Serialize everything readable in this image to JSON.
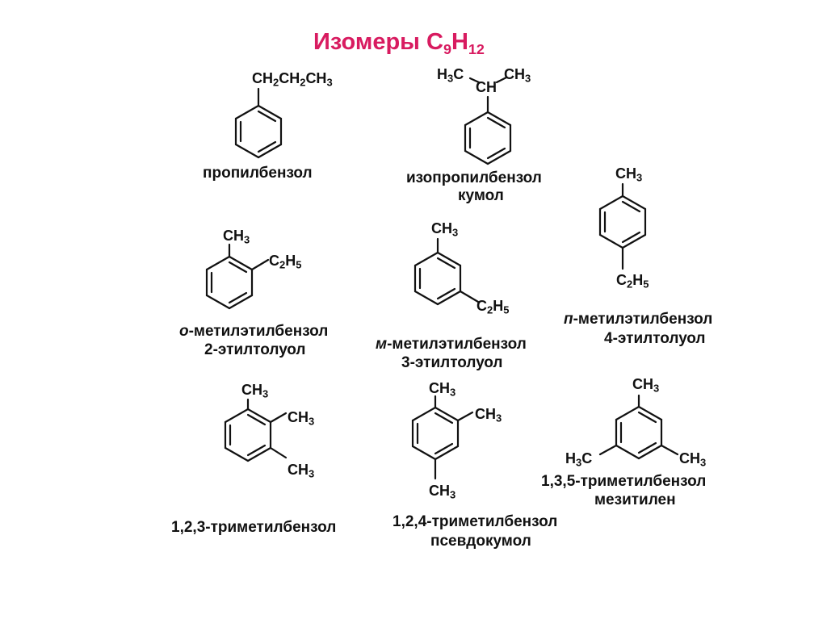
{
  "title": {
    "text": "Изомеры C",
    "sub1": "9",
    "mid": "H",
    "sub2": "12",
    "color": "#d81b60"
  },
  "molecules": {
    "propylbenzene": {
      "sub": [
        {
          "p": "CH"
        },
        {
          "s": "2"
        },
        {
          "p": "CH"
        },
        {
          "s": "2"
        },
        {
          "p": "CH"
        },
        {
          "s": "3"
        }
      ],
      "name": "пропилбензол"
    },
    "cumene": {
      "h3c": [
        {
          "p": "H"
        },
        {
          "s": "3"
        },
        {
          "p": "C"
        }
      ],
      "ch3": [
        {
          "p": "CH"
        },
        {
          "s": "3"
        }
      ],
      "ch": "CH",
      "name1": "изопропилбензол",
      "name2": "кумол"
    },
    "p_ethyltoluene": {
      "ch3": [
        {
          "p": "CH"
        },
        {
          "s": "3"
        }
      ],
      "c2h5": [
        {
          "p": "C"
        },
        {
          "s": "2"
        },
        {
          "p": "H"
        },
        {
          "s": "5"
        }
      ],
      "name1_prefix": "п",
      "name1_rest": "-метилэтилбензол",
      "name2": "4-этилтолуол"
    },
    "o_ethyltoluene": {
      "ch3": [
        {
          "p": "CH"
        },
        {
          "s": "3"
        }
      ],
      "c2h5": [
        {
          "p": "C"
        },
        {
          "s": "2"
        },
        {
          "p": "H"
        },
        {
          "s": "5"
        }
      ],
      "name1_prefix": "о",
      "name1_rest": "-метилэтилбензол",
      "name2": "2-этилтолуол"
    },
    "m_ethyltoluene": {
      "ch3": [
        {
          "p": "CH"
        },
        {
          "s": "3"
        }
      ],
      "c2h5": [
        {
          "p": "C"
        },
        {
          "s": "2"
        },
        {
          "p": "H"
        },
        {
          "s": "5"
        }
      ],
      "name1_prefix": "м",
      "name1_rest": "-метилэтилбензол",
      "name2": "3-этилтолуол"
    },
    "tmb_123": {
      "ch3_a": [
        {
          "p": "CH"
        },
        {
          "s": "3"
        }
      ],
      "ch3_b": [
        {
          "p": "CH"
        },
        {
          "s": "3"
        }
      ],
      "ch3_c": [
        {
          "p": "CH"
        },
        {
          "s": "3"
        }
      ],
      "name": "1,2,3-триметилбензол"
    },
    "tmb_124": {
      "ch3_a": [
        {
          "p": "CH"
        },
        {
          "s": "3"
        }
      ],
      "ch3_b": [
        {
          "p": "CH"
        },
        {
          "s": "3"
        }
      ],
      "ch3_c": [
        {
          "p": "CH"
        },
        {
          "s": "3"
        }
      ],
      "name1": "1,2,4-триметилбензол",
      "name2": "псевдокумол"
    },
    "mesitylene": {
      "ch3_top": [
        {
          "p": "CH"
        },
        {
          "s": "3"
        }
      ],
      "h3c": [
        {
          "p": "H"
        },
        {
          "s": "3"
        },
        {
          "p": "C"
        }
      ],
      "ch3_right": [
        {
          "p": "CH"
        },
        {
          "s": "3"
        }
      ],
      "name1": "1,3,5-триметилбензол",
      "name2": "мезитилен"
    }
  }
}
